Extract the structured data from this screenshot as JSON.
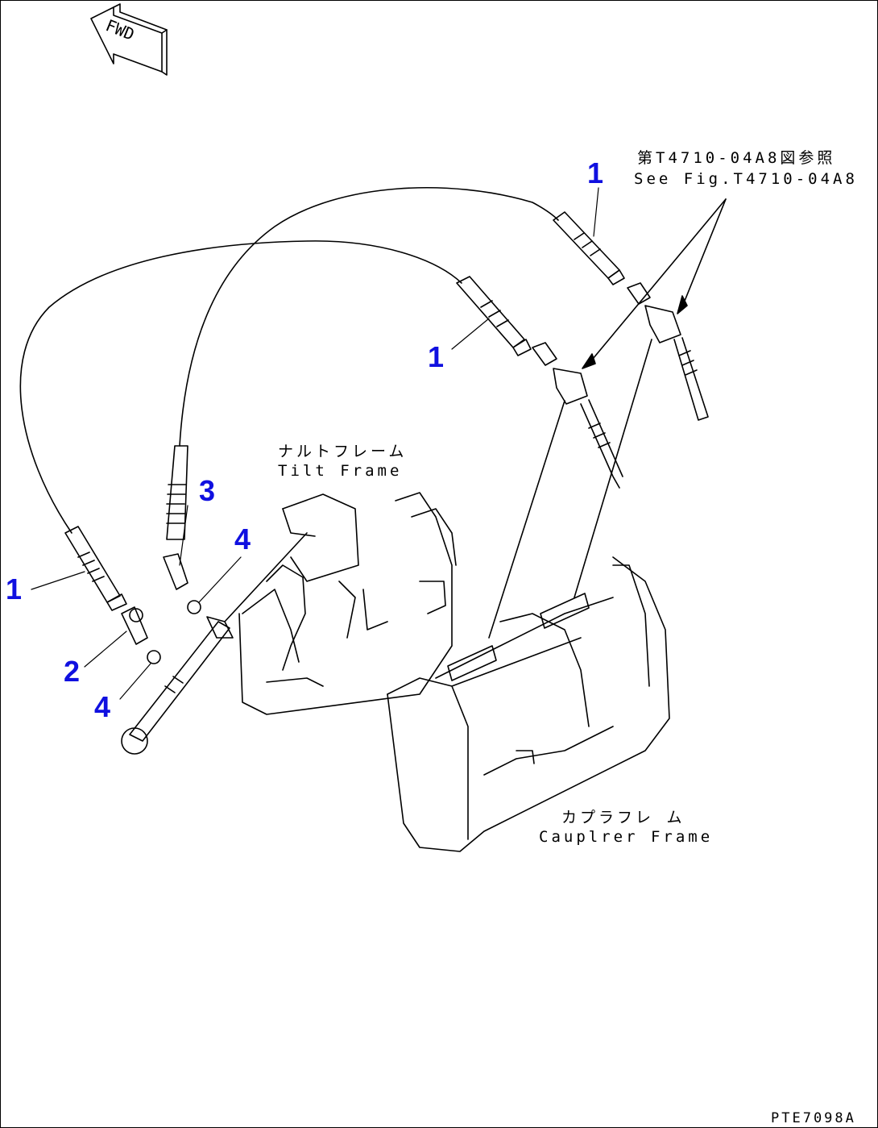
{
  "reference": {
    "japanese": "第T4710-04A8図参照",
    "english": "See Fig.T4710-04A8"
  },
  "frames": {
    "tilt_frame_jp": "ナルトフレーム",
    "tilt_frame_en": "Tilt Frame",
    "coupler_frame_jp": "カプラフレ ム",
    "coupler_frame_en": "Cauplrer Frame"
  },
  "direction_arrow": {
    "text": "FWD"
  },
  "callouts": [
    "1",
    "1",
    "1",
    "2",
    "3",
    "4",
    "4"
  ],
  "figure_code": "PTE7098A",
  "colors": {
    "callout": "#1010e0",
    "line": "#000000",
    "background": "#ffffff"
  }
}
